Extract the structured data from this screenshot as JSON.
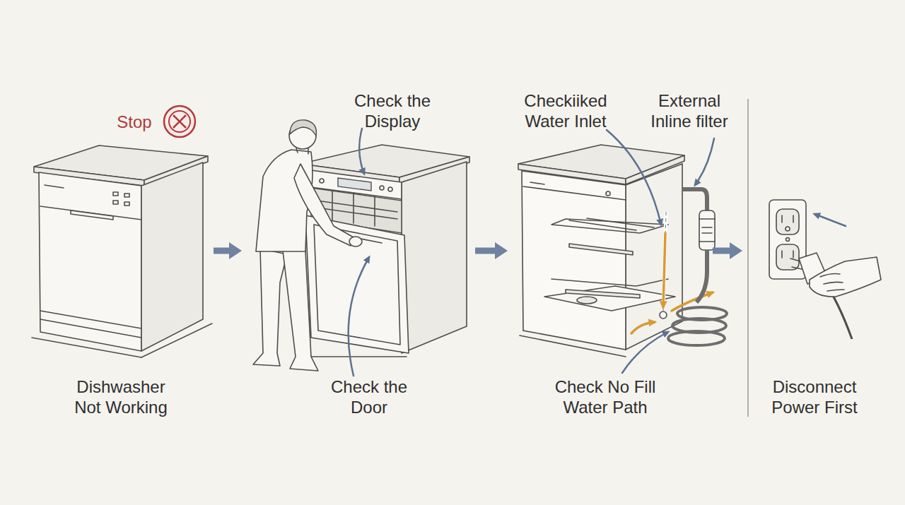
{
  "diagram": {
    "nodes": [
      {
        "text": [
          "Dishwasher Not Working"
        ]
      },
      {
        "text": [
          "Check the Door"
        ]
      },
      {
        "text": [
          "Check No Fill Water Path"
        ]
      },
      {
        "text": [
          "Disconnect Power First"
        ]
      }
    ],
    "edges": [
      {
        "from": 0,
        "to": 1,
        "arrow": "to"
      },
      {
        "from": 1,
        "to": 2,
        "arrow": "to"
      },
      {
        "from": 2,
        "to": 3,
        "arrow": "to"
      }
    ],
    "labels": [
      "Stop",
      "Check the Display",
      "Checkiiked Water Inlet",
      "External Inline filter"
    ]
  }
}
